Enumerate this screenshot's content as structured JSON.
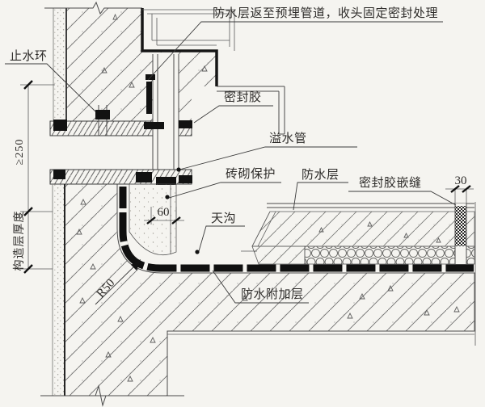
{
  "drawing": {
    "title_note": "防水层返至预埋管道，收头固定密封处理",
    "labels": {
      "water_stop_ring": "止水环",
      "sealant": "密封胶",
      "overflow_pipe": "溢水管",
      "brick_protection": "砖砌保护",
      "waterproof_layer": "防水层",
      "sealant_caulk_joint": "密封胶嵌缝",
      "gutter": "天沟",
      "waterproof_additional_layer": "防水附加层"
    },
    "dimensions": {
      "min_height": "≥250",
      "construction_thickness": "构造层厚度",
      "protection_width": "60",
      "joint_width": "30",
      "corner_radius": "R50"
    },
    "colors": {
      "paper": "#f5f4f0",
      "line": "#3b3b3b",
      "membrane": "#101010",
      "text": "#2e2c2a"
    }
  }
}
